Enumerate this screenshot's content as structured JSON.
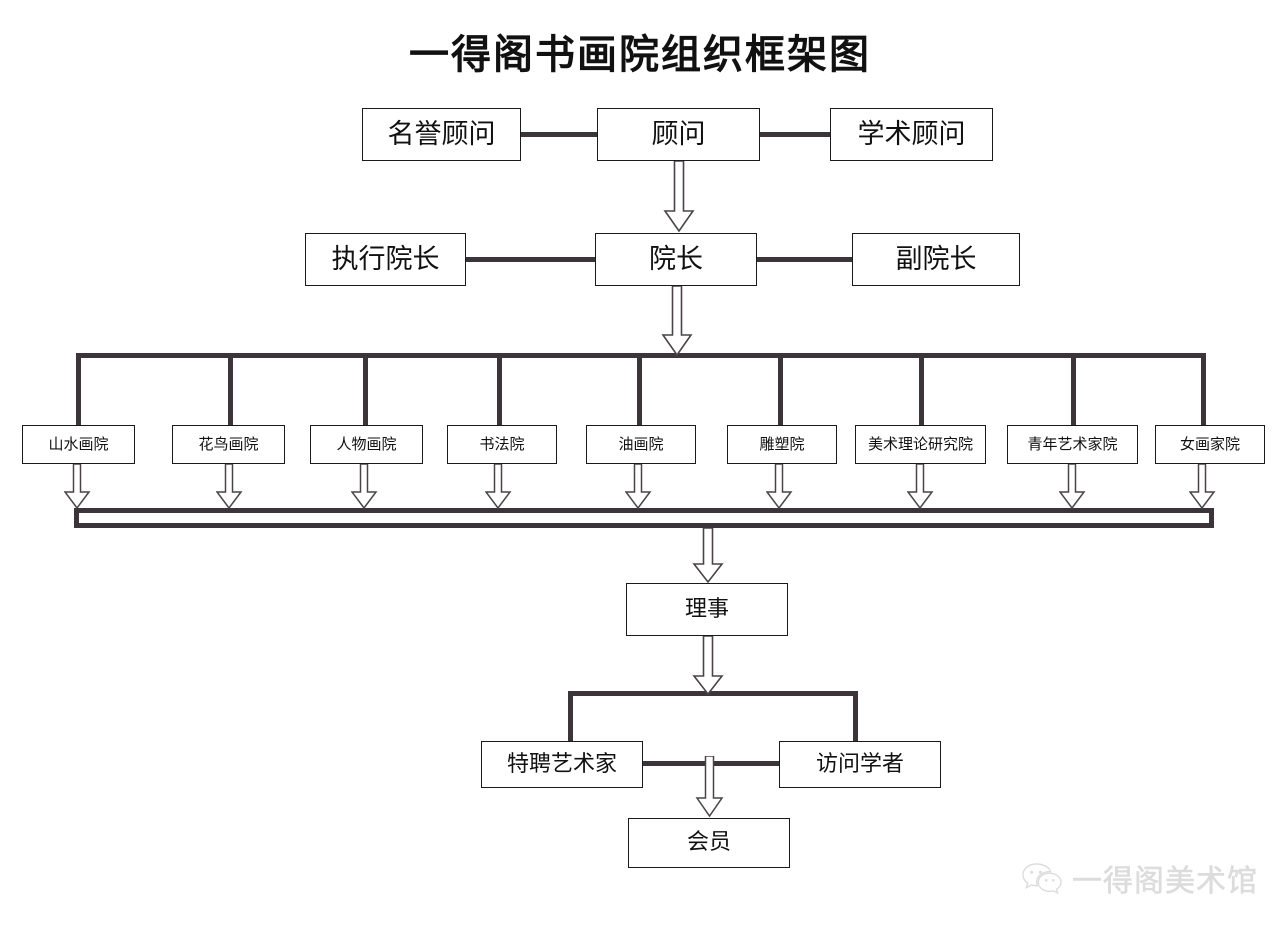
{
  "title": "一得阁书画院组织框架图",
  "colors": {
    "connector": "#3b3539",
    "box_border": "#1a1a1a",
    "text": "#111111",
    "background": "#ffffff",
    "watermark": "#8d8d8d"
  },
  "levels": {
    "advisors": {
      "left": "名誉顾问",
      "center": "顾问",
      "right": "学术顾问"
    },
    "deans": {
      "left": "执行院长",
      "center": "院长",
      "right": "副院长"
    },
    "departments": [
      "山水画院",
      "花鸟画院",
      "人物画院",
      "书法院",
      "油画院",
      "雕塑院",
      "美术理论研究院",
      "青年艺术家院",
      "女画家院"
    ],
    "council": "理事",
    "affiliates": {
      "left": "特聘艺术家",
      "right": "访问学者"
    },
    "members": "会员"
  },
  "watermark": {
    "icon": "wechat-icon",
    "text": "一得阁美术馆"
  }
}
